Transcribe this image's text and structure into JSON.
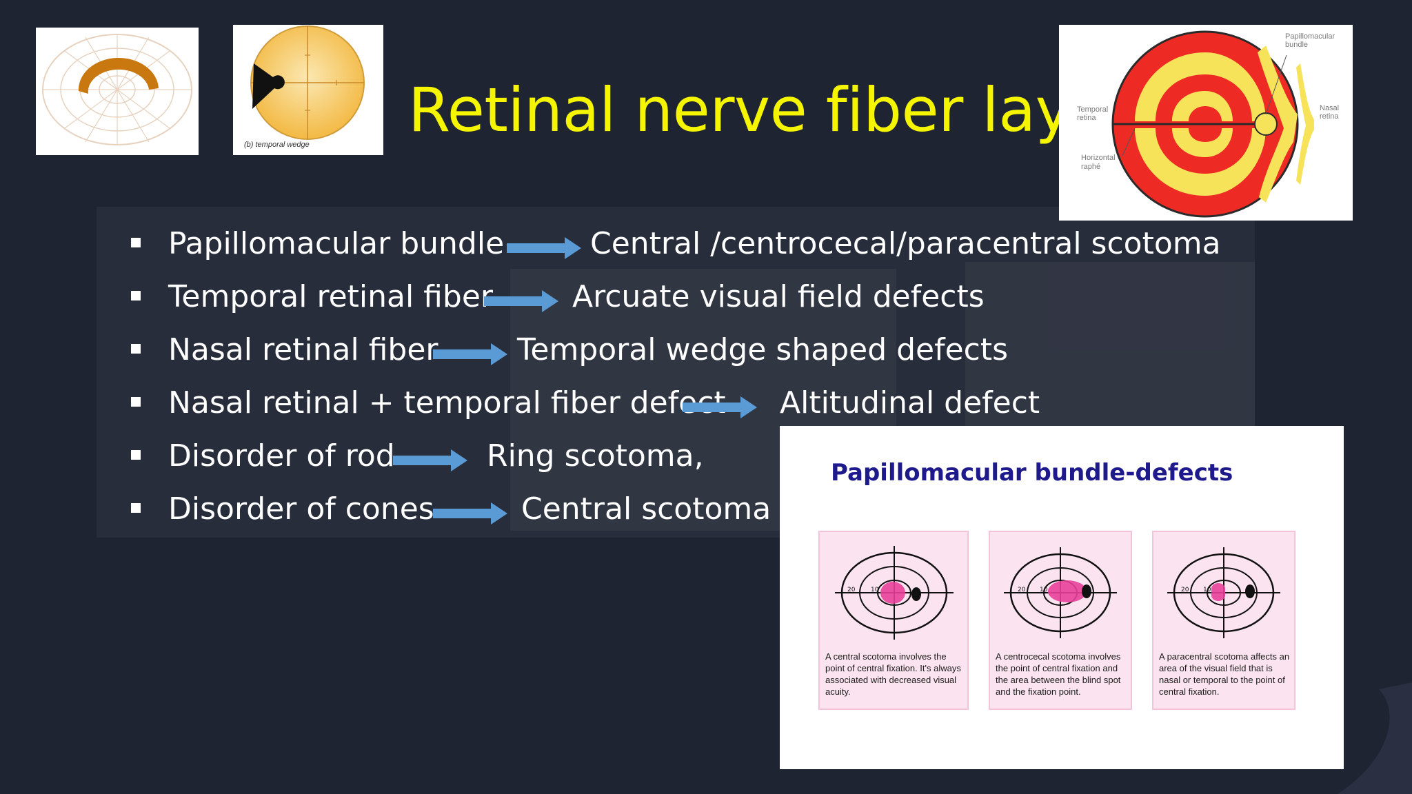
{
  "slide": {
    "title": "Retinal nerve fiber layer",
    "colors": {
      "background": "#1f2433",
      "title": "#f5f500",
      "arrow": "#5b9bd5",
      "text": "#ffffff"
    }
  },
  "thumb_wedge": {
    "caption": "(b) temporal wedge"
  },
  "retina_diagram": {
    "labels": {
      "papillomacular": [
        "Papillomacular",
        "bundle"
      ],
      "temporal": [
        "Temporal",
        "retina"
      ],
      "nasal": [
        "Nasal",
        "retina"
      ],
      "horizontal": [
        "Horizontal",
        "raphé"
      ]
    }
  },
  "bullets": [
    {
      "left": "Papillomacular bundle",
      "right": "Central /centrocecal/paracentral scotoma"
    },
    {
      "left": "Temporal retinal fiber",
      "right": "Arcuate visual field defects"
    },
    {
      "left": "Nasal retinal fiber",
      "right": "Temporal wedge shaped defects"
    },
    {
      "left": "Nasal retinal + temporal fiber defect",
      "right": "Altitudinal defect"
    },
    {
      "left": "Disorder of rod",
      "right": "Ring scotoma,"
    },
    {
      "left": "Disorder of cones",
      "right": "Central scotoma"
    }
  ],
  "panel": {
    "title": "Papillomacular bundle-defects",
    "cards": [
      {
        "caption": "A central scotoma involves the point of central fixation. It's always associated with decreased visual acuity."
      },
      {
        "caption": "A centrocecal scotoma involves the point of central fixation and the area between the blind spot and the fixation point."
      },
      {
        "caption": "A paracentral scotoma affects an area of the visual field that is nasal or temporal to the point of central fixation."
      }
    ],
    "scale_labels": [
      "20",
      "10"
    ]
  }
}
